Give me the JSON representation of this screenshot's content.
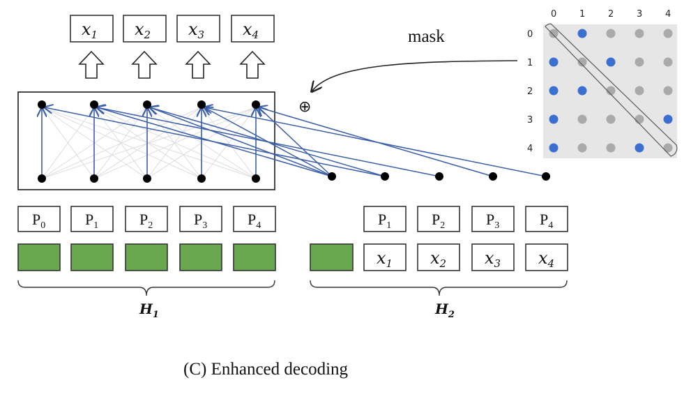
{
  "title": "(C) Enhanced decoding",
  "outputs": [
    {
      "var": "x",
      "sub": "1"
    },
    {
      "var": "x",
      "sub": "2"
    },
    {
      "var": "x",
      "sub": "3"
    },
    {
      "var": "x",
      "sub": "4"
    }
  ],
  "h1": {
    "label": "H",
    "sub": "1",
    "positions": [
      {
        "p": "P",
        "sub": "0"
      },
      {
        "p": "P",
        "sub": "1"
      },
      {
        "p": "P",
        "sub": "2"
      },
      {
        "p": "P",
        "sub": "3"
      },
      {
        "p": "P",
        "sub": "4"
      }
    ]
  },
  "h2": {
    "label": "H",
    "sub": "2",
    "positions": [
      {
        "p": "P",
        "sub": "1"
      },
      {
        "p": "P",
        "sub": "2"
      },
      {
        "p": "P",
        "sub": "3"
      },
      {
        "p": "P",
        "sub": "4"
      }
    ],
    "tokens": [
      {
        "var": "x",
        "sub": "1"
      },
      {
        "var": "x",
        "sub": "2"
      },
      {
        "var": "x",
        "sub": "3"
      },
      {
        "var": "x",
        "sub": "4"
      }
    ]
  },
  "mask": {
    "label": "mask",
    "operator": "⊕",
    "row_labels": [
      "0",
      "1",
      "2",
      "3",
      "4"
    ],
    "col_labels": [
      "0",
      "1",
      "2",
      "3",
      "4"
    ],
    "visible": [
      [
        0,
        1,
        0,
        0,
        0
      ],
      [
        1,
        0,
        1,
        0,
        0
      ],
      [
        1,
        1,
        0,
        0,
        0
      ],
      [
        1,
        0,
        0,
        0,
        1
      ],
      [
        1,
        0,
        0,
        1,
        0
      ]
    ],
    "colors": {
      "visible": "#3b6fd0",
      "masked": "#aaaaaa",
      "background": "#e6e6e6"
    }
  },
  "colors": {
    "edge": "#3a5ea8",
    "faint_edge": "#dddddd",
    "green": "#6aa84f"
  }
}
